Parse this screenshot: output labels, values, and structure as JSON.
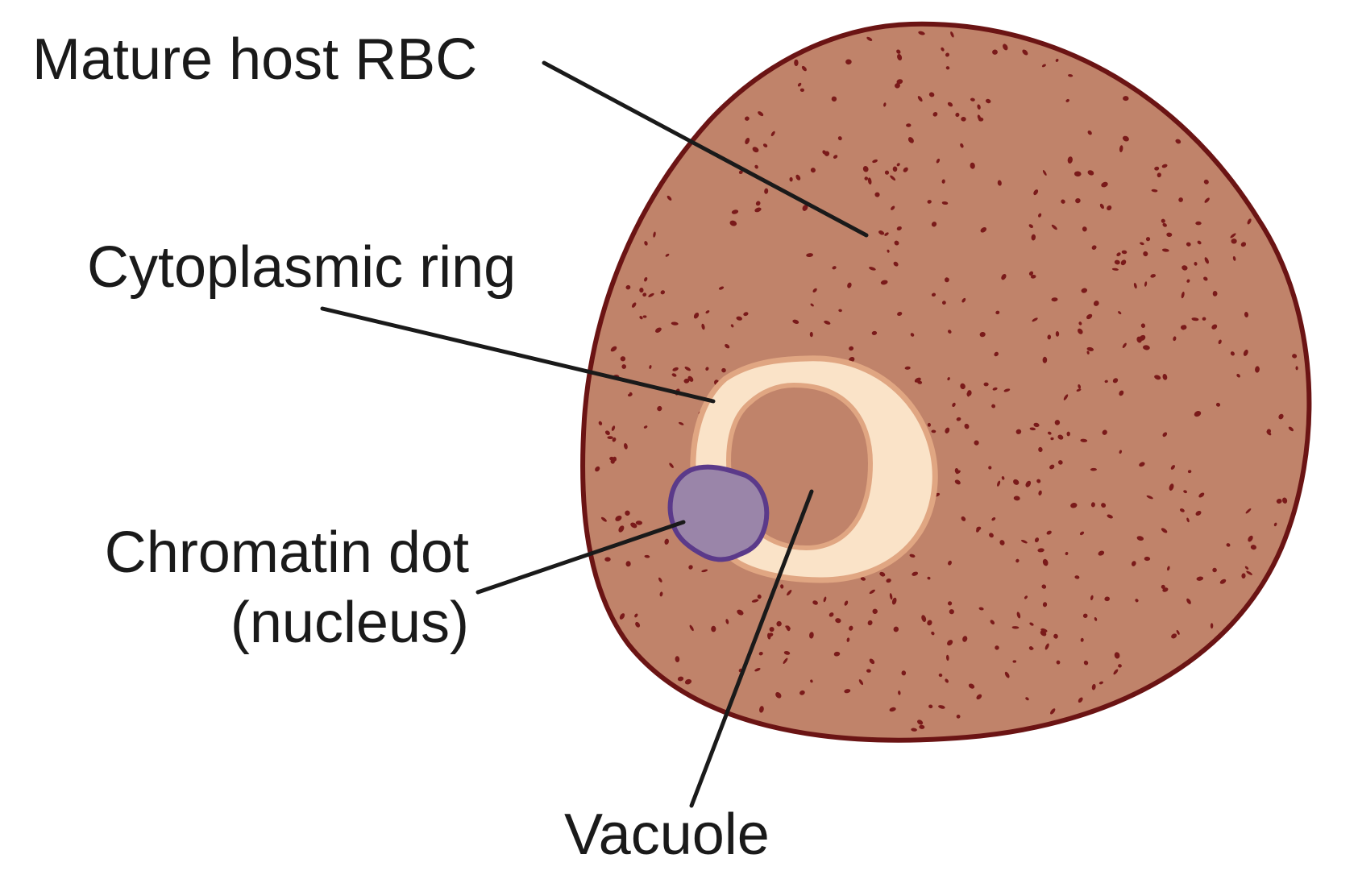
{
  "labels": {
    "rbc": "Mature host RBC",
    "ring": "Cytoplasmic ring",
    "chromatin_line1": "Chromatin dot",
    "chromatin_line2": "(nucleus)",
    "vacuole": "Vacuole"
  },
  "colors": {
    "rbc_fill": "#c0836a",
    "rbc_outline": "#6b1414",
    "stipple": "#7a1a1a",
    "ring_fill": "#fae3c8",
    "ring_outline": "#e0a682",
    "chromatin_fill": "#9a85a9",
    "chromatin_outline": "#5b3a8a",
    "leader_line": "#1a1a1a"
  }
}
